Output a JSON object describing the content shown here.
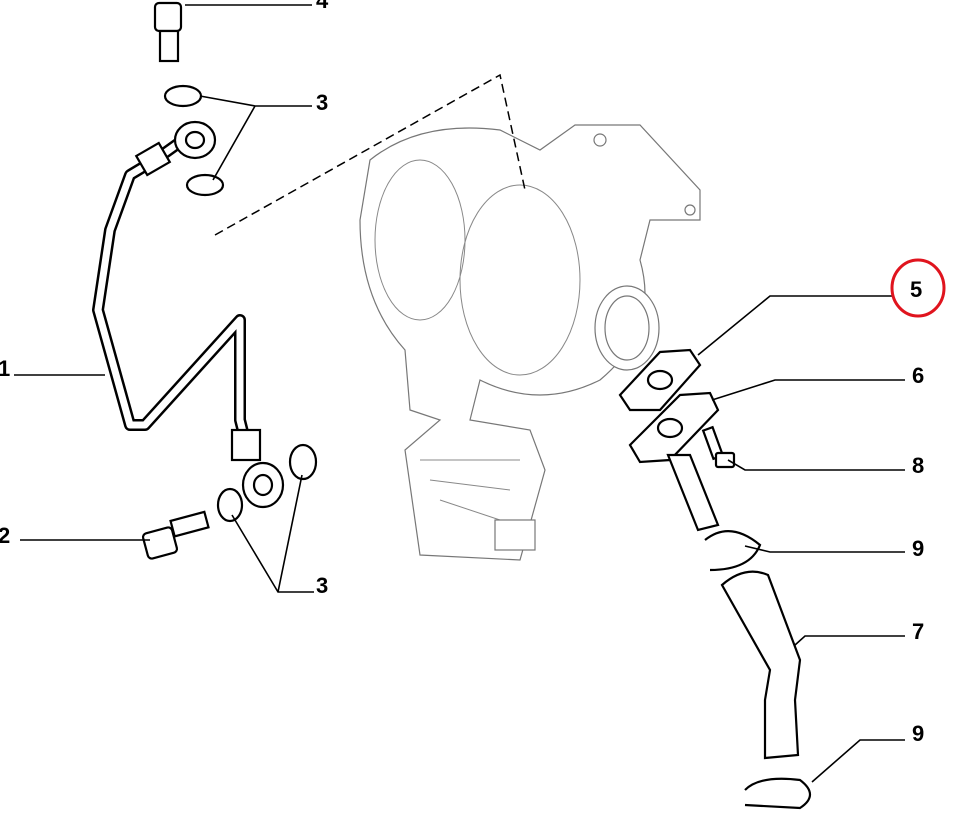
{
  "diagram": {
    "callouts": [
      {
        "id": "4",
        "text": "4"
      },
      {
        "id": "3a",
        "text": "3"
      },
      {
        "id": "1",
        "text": "1"
      },
      {
        "id": "2",
        "text": "2"
      },
      {
        "id": "3b",
        "text": "3"
      },
      {
        "id": "5",
        "text": "5",
        "highlighted": true
      },
      {
        "id": "6",
        "text": "6"
      },
      {
        "id": "8",
        "text": "8"
      },
      {
        "id": "9a",
        "text": "9"
      },
      {
        "id": "7",
        "text": "7"
      },
      {
        "id": "9b",
        "text": "9"
      }
    ],
    "highlight_color": "#e0141e"
  }
}
